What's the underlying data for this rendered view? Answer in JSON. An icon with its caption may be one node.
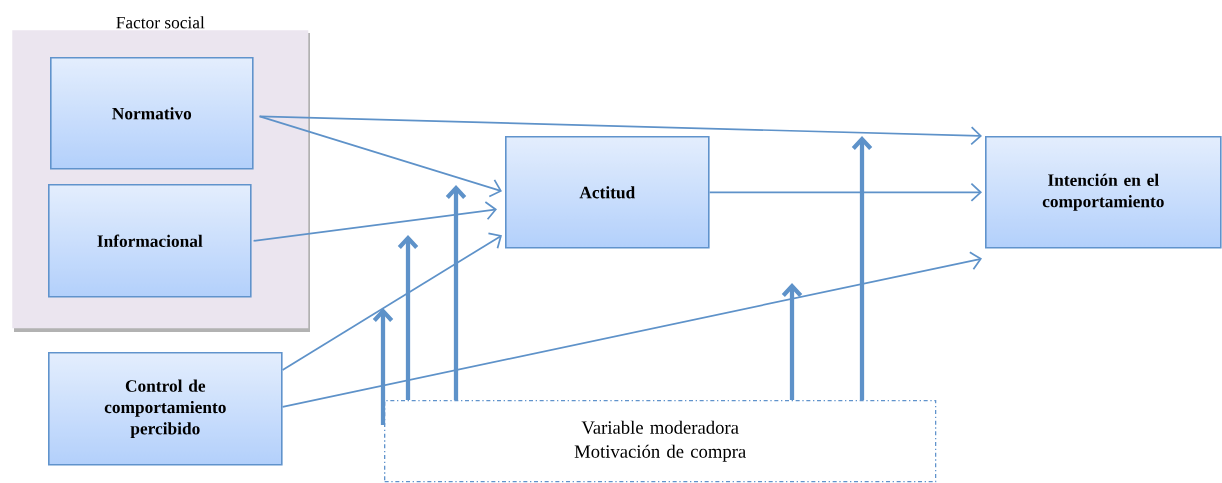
{
  "diagram": {
    "nodes": [
      {
        "text": [
          "Factor social"
        ]
      },
      {
        "text": [
          "Normativo"
        ],
        "in": 0
      },
      {
        "text": [
          "Informacional"
        ],
        "in": 0
      },
      {
        "text": [
          "Control de comportamiento percibido"
        ]
      },
      {
        "text": [
          "Actitud"
        ]
      },
      {
        "text": [
          "Intención en el comportamiento"
        ]
      },
      {
        "text": [
          "Variable moderadora",
          "Motivación de compra"
        ]
      }
    ],
    "edges": [
      {
        "from": 1,
        "to": 4,
        "arrow": "to"
      },
      {
        "from": 1,
        "to": 5,
        "arrow": "to"
      },
      {
        "from": 2,
        "to": 4,
        "arrow": "to"
      },
      {
        "from": 3,
        "to": 4,
        "arrow": "to"
      },
      {
        "from": 3,
        "to": 5,
        "arrow": "to"
      },
      {
        "from": 4,
        "to": 5,
        "arrow": "to"
      },
      {
        "from": 6,
        "to": null,
        "arrow": "to",
        "style": "thick"
      },
      {
        "from": 6,
        "to": null,
        "arrow": "to",
        "style": "thick"
      },
      {
        "from": 6,
        "to": null,
        "arrow": "to",
        "style": "thick"
      },
      {
        "from": 6,
        "to": null,
        "arrow": "to",
        "style": "thick"
      },
      {
        "from": 6,
        "to": null,
        "arrow": "to",
        "style": "thick"
      }
    ]
  }
}
